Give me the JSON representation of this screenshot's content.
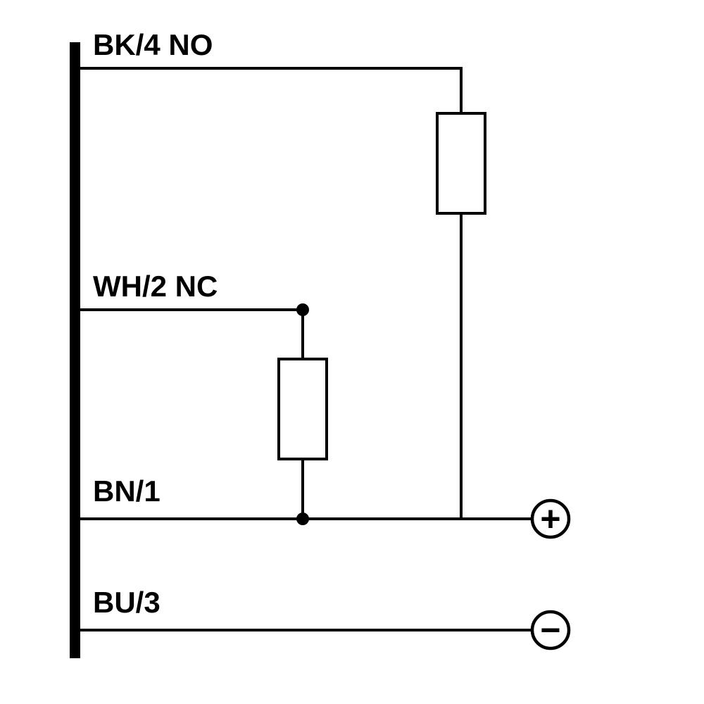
{
  "diagram": {
    "type": "sensor-wiring-diagram",
    "background_color": "#ffffff",
    "line_color": "#000000",
    "wires": [
      {
        "id": "bk4",
        "label": "BK/4 NO",
        "connects_to": "load-resistor-1"
      },
      {
        "id": "wh2",
        "label": "WH/2 NC",
        "connects_to": "load-resistor-2"
      },
      {
        "id": "bn1",
        "label": "BN/1",
        "connects_to": "positive-terminal"
      },
      {
        "id": "bu3",
        "label": "BU/3",
        "connects_to": "negative-terminal"
      }
    ],
    "components": [
      {
        "id": "load-resistor-1",
        "type": "load"
      },
      {
        "id": "load-resistor-2",
        "type": "load"
      }
    ],
    "terminals": [
      {
        "id": "positive",
        "symbol": "+"
      },
      {
        "id": "negative",
        "symbol": "−"
      }
    ]
  }
}
